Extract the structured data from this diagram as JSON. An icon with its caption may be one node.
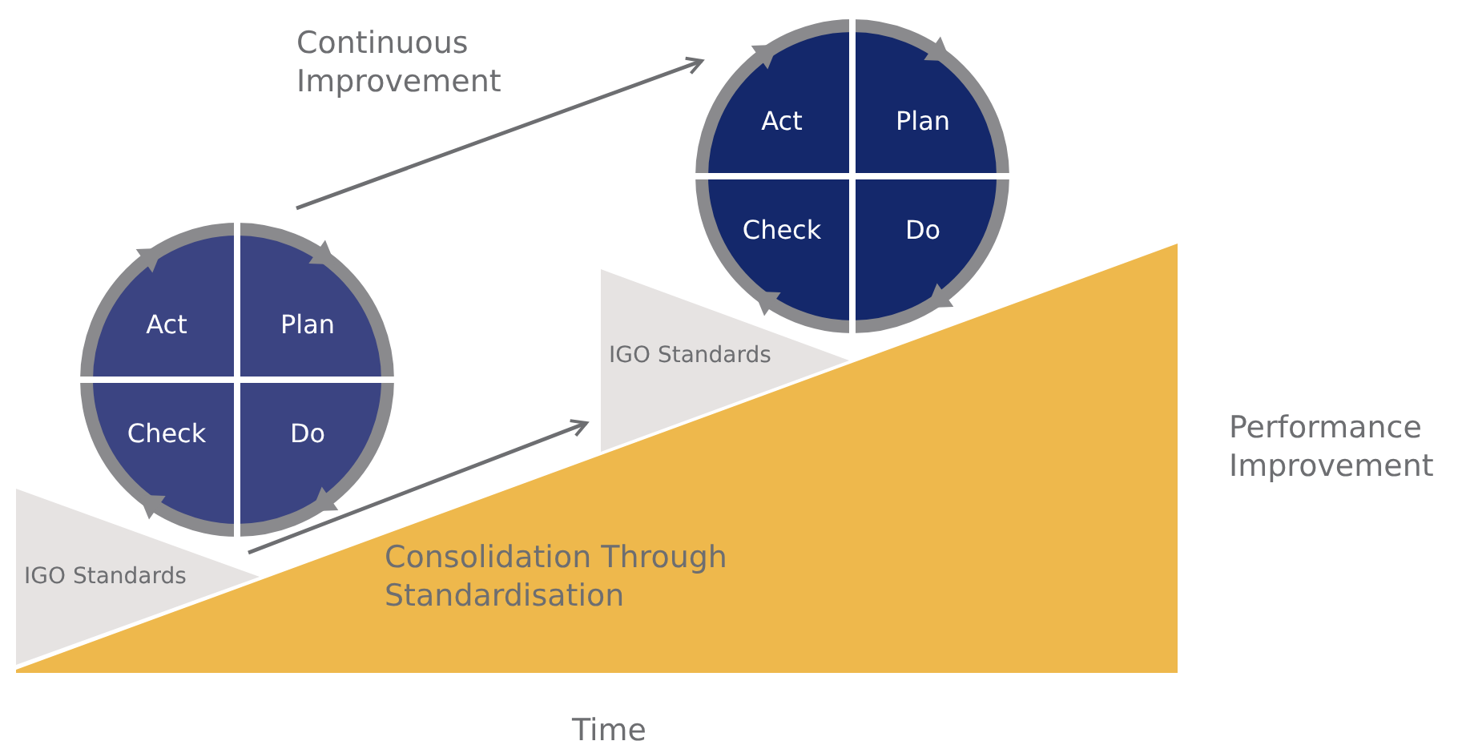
{
  "diagram": {
    "nodes": [
      {
        "text": [
          "Act",
          "Plan",
          "Check",
          "Do"
        ]
      },
      {
        "text": [
          "Act",
          "Plan",
          "Check",
          "Do"
        ]
      },
      {
        "text": [
          "IGO Standards"
        ]
      },
      {
        "text": [
          "IGO Standards"
        ]
      },
      {
        "text": [
          "Consolidation Through Standardisation"
        ]
      }
    ],
    "edges": [
      {
        "from": 0,
        "to": 1,
        "arrow": "to"
      },
      {
        "from": 2,
        "to": 3,
        "arrow": "to"
      }
    ],
    "labels": [
      "Continuous Improvement",
      "Performance Improvement",
      "Time"
    ]
  }
}
